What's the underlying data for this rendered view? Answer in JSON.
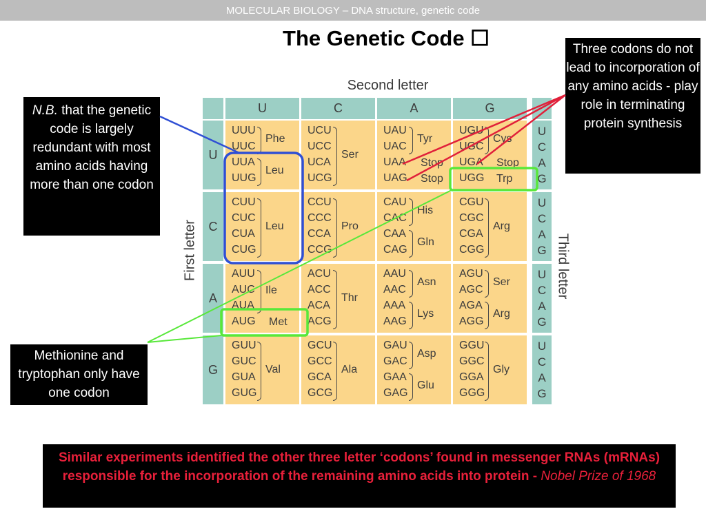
{
  "header": {
    "text": "MOLECULAR BIOLOGY  –  DNA structure, genetic code"
  },
  "title": "The Genetic Code ☐",
  "callouts": {
    "redundant": {
      "em": "N.B.",
      "text": " that the genetic code is largely redundant with most amino acids having more than one codon"
    },
    "stop": "Three codons do not lead to incorporation of any amino acids - play role in terminating protein synthesis",
    "met": "Methionine and tryptophan only have one codon"
  },
  "footer": {
    "text": "Similar experiments identified the other three letter ‘codons’ found in messenger RNAs (mRNAs) responsible for the incorporation of the remaining amino acids into protein",
    "separator": " - ",
    "note": "Nobel Prize of 1968"
  },
  "table": {
    "second_letter_label": "Second letter",
    "first_letter_label": "First letter",
    "third_letter_label": "Third letter",
    "second_letters": [
      "U",
      "C",
      "A",
      "G"
    ],
    "first_letters": [
      "U",
      "C",
      "A",
      "G"
    ],
    "third_letters": [
      "U",
      "C",
      "A",
      "G"
    ],
    "rows": [
      [
        {
          "codons": [
            "UUU",
            "UUC",
            "UUA",
            "UUG"
          ],
          "groups": [
            {
              "aa": "Phe",
              "span": [
                0,
                1
              ]
            },
            {
              "aa": "Leu",
              "span": [
                2,
                3
              ]
            }
          ]
        },
        {
          "codons": [
            "UCU",
            "UCC",
            "UCA",
            "UCG"
          ],
          "groups": [
            {
              "aa": "Ser",
              "span": [
                0,
                3
              ]
            }
          ]
        },
        {
          "codons": [
            "UAU",
            "UAC",
            "UAA",
            "UAG"
          ],
          "groups": [
            {
              "aa": "Tyr",
              "span": [
                0,
                1
              ]
            },
            {
              "aa": "Stop",
              "span": [
                2,
                2
              ]
            },
            {
              "aa": "Stop",
              "span": [
                3,
                3
              ]
            }
          ]
        },
        {
          "codons": [
            "UGU",
            "UGC",
            "UGA",
            "UGG"
          ],
          "groups": [
            {
              "aa": "Cys",
              "span": [
                0,
                1
              ]
            },
            {
              "aa": "Stop",
              "span": [
                2,
                2
              ]
            },
            {
              "aa": "Trp",
              "span": [
                3,
                3
              ]
            }
          ]
        }
      ],
      [
        {
          "codons": [
            "CUU",
            "CUC",
            "CUA",
            "CUG"
          ],
          "groups": [
            {
              "aa": "Leu",
              "span": [
                0,
                3
              ]
            }
          ]
        },
        {
          "codons": [
            "CCU",
            "CCC",
            "CCA",
            "CCG"
          ],
          "groups": [
            {
              "aa": "Pro",
              "span": [
                0,
                3
              ]
            }
          ]
        },
        {
          "codons": [
            "CAU",
            "CAC",
            "CAA",
            "CAG"
          ],
          "groups": [
            {
              "aa": "His",
              "span": [
                0,
                1
              ]
            },
            {
              "aa": "Gln",
              "span": [
                2,
                3
              ]
            }
          ]
        },
        {
          "codons": [
            "CGU",
            "CGC",
            "CGA",
            "CGG"
          ],
          "groups": [
            {
              "aa": "Arg",
              "span": [
                0,
                3
              ]
            }
          ]
        }
      ],
      [
        {
          "codons": [
            "AUU",
            "AUC",
            "AUA",
            "AUG"
          ],
          "groups": [
            {
              "aa": "Ile",
              "span": [
                0,
                2
              ]
            },
            {
              "aa": "Met",
              "span": [
                3,
                3
              ]
            }
          ]
        },
        {
          "codons": [
            "ACU",
            "ACC",
            "ACA",
            "ACG"
          ],
          "groups": [
            {
              "aa": "Thr",
              "span": [
                0,
                3
              ]
            }
          ]
        },
        {
          "codons": [
            "AAU",
            "AAC",
            "AAA",
            "AAG"
          ],
          "groups": [
            {
              "aa": "Asn",
              "span": [
                0,
                1
              ]
            },
            {
              "aa": "Lys",
              "span": [
                2,
                3
              ]
            }
          ]
        },
        {
          "codons": [
            "AGU",
            "AGC",
            "AGA",
            "AGG"
          ],
          "groups": [
            {
              "aa": "Ser",
              "span": [
                0,
                1
              ]
            },
            {
              "aa": "Arg",
              "span": [
                2,
                3
              ]
            }
          ]
        }
      ],
      [
        {
          "codons": [
            "GUU",
            "GUC",
            "GUA",
            "GUG"
          ],
          "groups": [
            {
              "aa": "Val",
              "span": [
                0,
                3
              ]
            }
          ]
        },
        {
          "codons": [
            "GCU",
            "GCC",
            "GCA",
            "GCG"
          ],
          "groups": [
            {
              "aa": "Ala",
              "span": [
                0,
                3
              ]
            }
          ]
        },
        {
          "codons": [
            "GAU",
            "GAC",
            "GAA",
            "GAG"
          ],
          "groups": [
            {
              "aa": "Asp",
              "span": [
                0,
                1
              ]
            },
            {
              "aa": "Glu",
              "span": [
                2,
                3
              ]
            }
          ]
        },
        {
          "codons": [
            "GGU",
            "GGC",
            "GGA",
            "GGG"
          ],
          "groups": [
            {
              "aa": "Gly",
              "span": [
                0,
                3
              ]
            }
          ]
        }
      ]
    ]
  },
  "colors": {
    "header_bar": "#bdbdbd",
    "table_header": "#9ccfc5",
    "table_cell": "#fbd68a",
    "blue_highlight": "#2f4fd4",
    "green_highlight": "#58e83a",
    "red_pointer": "#e0203a",
    "footer_text": "#e8203a"
  }
}
